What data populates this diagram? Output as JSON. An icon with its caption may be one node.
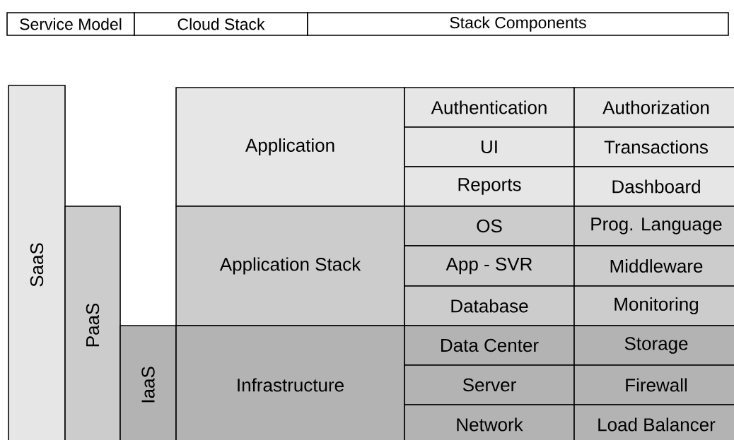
{
  "diagram": {
    "nodes": [
      {
        "text": [
          "Service Model"
        ]
      },
      {
        "text": [
          "Cloud Stack"
        ]
      },
      {
        "text": [
          "Stack Components"
        ]
      },
      {
        "text": [
          "SaaS"
        ]
      },
      {
        "text": [
          "Application"
        ]
      },
      {
        "text": [
          "Authentication"
        ]
      },
      {
        "text": [
          "Authorization"
        ]
      },
      {
        "text": [
          "UI"
        ]
      },
      {
        "text": [
          "Transactions"
        ]
      },
      {
        "text": [
          "Reports"
        ]
      },
      {
        "text": [
          "Dashboard"
        ]
      },
      {
        "text": [
          "PaaS"
        ]
      },
      {
        "text": [
          "Application Stack"
        ]
      },
      {
        "text": [
          "OS"
        ]
      },
      {
        "text": [
          "Prog. Language"
        ]
      },
      {
        "text": [
          "App - SVR"
        ]
      },
      {
        "text": [
          "Middleware"
        ]
      },
      {
        "text": [
          "Database"
        ]
      },
      {
        "text": [
          "Monitoring"
        ]
      },
      {
        "text": [
          "IaaS"
        ]
      },
      {
        "text": [
          "Infrastructure"
        ]
      },
      {
        "text": [
          "Data Center"
        ]
      },
      {
        "text": [
          "Storage"
        ]
      },
      {
        "text": [
          "Server"
        ]
      },
      {
        "text": [
          "Firewall"
        ]
      },
      {
        "text": [
          "Network"
        ]
      },
      {
        "text": [
          "Load Balancer"
        ]
      }
    ]
  }
}
